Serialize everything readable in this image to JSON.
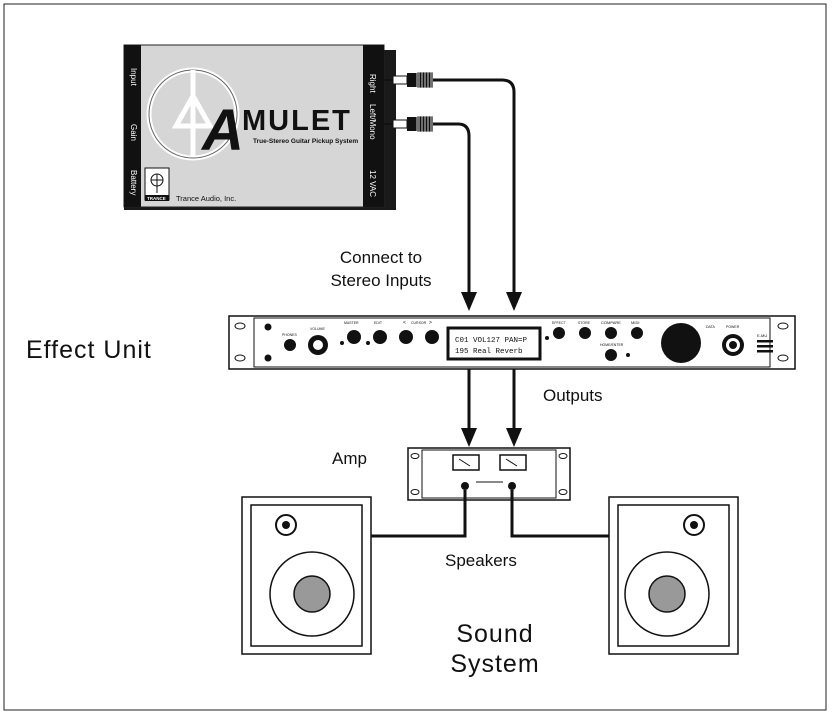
{
  "pickup": {
    "logo_text": "MULET",
    "logo_initial": "A",
    "subtitle": "True-Stereo Guitar Pickup System",
    "company": "Trance Audio, Inc.",
    "badge": "TRANCE",
    "side_left": [
      "Input",
      "Gain",
      "Battery"
    ],
    "side_right": [
      "Right",
      "Left/Mono",
      "12 VAC"
    ]
  },
  "labels": {
    "connect_line1": "Connect to",
    "connect_line2": "Stereo Inputs",
    "effect_unit": "Effect Unit",
    "outputs": "Outputs",
    "amp": "Amp",
    "speakers": "Speakers",
    "sound_line1": "Sound",
    "sound_line2": "System"
  },
  "effect_unit": {
    "lcd_line1": "C01 VOL127 PAN=P",
    "lcd_line2": "195 Real Reverb",
    "knob_labels": [
      "MASTER",
      "EDIT",
      "<",
      "CURSOR",
      ">"
    ],
    "right_labels": [
      "EFFECT",
      "STORE",
      "COMPARE",
      "MIDI",
      "HOME/ENTER",
      "DATA",
      "POWER"
    ],
    "small_labels": [
      "PHONES",
      "VOLUME"
    ],
    "brand": "E-MU"
  }
}
